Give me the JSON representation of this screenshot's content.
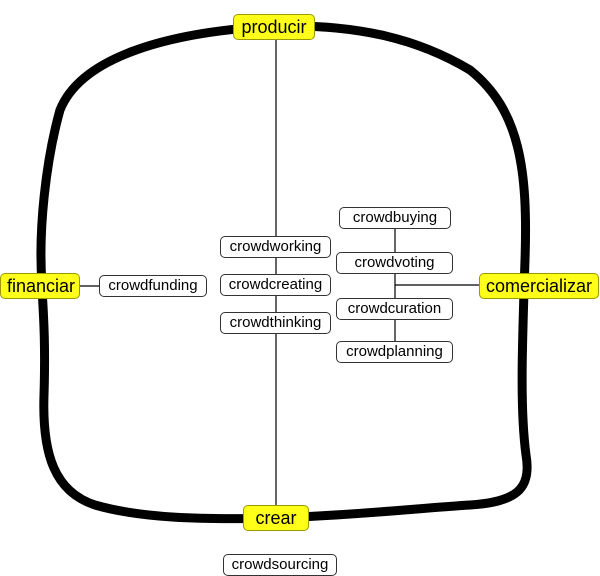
{
  "hubs": {
    "top": "producir",
    "left": "financiar",
    "right": "comercializar",
    "bottom": "crear"
  },
  "nodes": {
    "funding": "crowdfunding",
    "center": [
      "crowdworking",
      "crowdcreating",
      "crowdthinking"
    ],
    "right": [
      "crowdbuying",
      "crowdvoting",
      "crowdcuration",
      "crowdplanning"
    ],
    "footer": "crowdsourcing"
  },
  "colors": {
    "hub_fill": "#ffff1a",
    "loop_stroke": "#000000"
  }
}
